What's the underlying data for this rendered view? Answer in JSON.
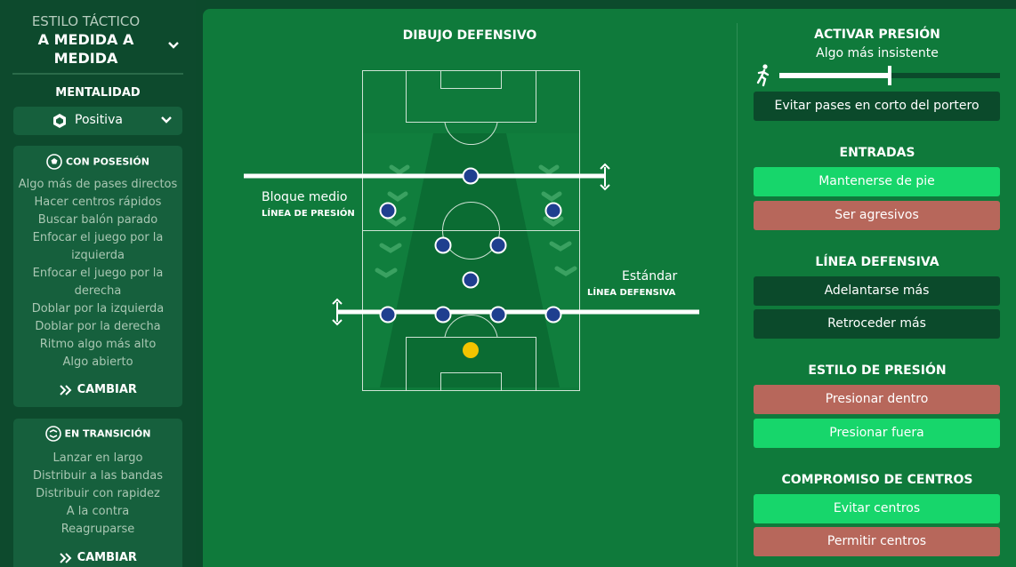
{
  "sidebar": {
    "tactic_label": "ESTILO TÁCTICO",
    "tactic_value": "A MEDIDA A MEDIDA",
    "mentality_label": "MENTALIDAD",
    "mentality_value": "Positiva",
    "possession": {
      "title": "CON POSESIÓN",
      "items": [
        "Algo más de pases directos",
        "Hacer centros rápidos",
        "Buscar balón parado",
        "Enfocar el juego por la izquierda",
        "Enfocar el juego por la derecha",
        "Doblar por la izquierda",
        "Doblar por la derecha",
        "Ritmo algo más alto",
        "Algo abierto"
      ],
      "change_label": "CAMBIAR"
    },
    "transition": {
      "title": "EN TRANSICIÓN",
      "items": [
        "Lanzar en largo",
        "Distribuir a las bandas",
        "Distribuir con rapidez",
        "A la contra",
        "Reagruparse"
      ],
      "change_label": "CAMBIAR"
    }
  },
  "pitch": {
    "title": "DIBUJO DEFENSIVO",
    "pressing_line_value": "Bloque medio",
    "pressing_line_label": "LÍNEA DE PRESIÓN",
    "defensive_line_value": "Estándar",
    "defensive_line_label": "LÍNEA DEFENSIVA"
  },
  "right": {
    "pressing": {
      "title": "ACTIVAR PRESIÓN",
      "level": "Algo más insistente",
      "slider_fraction": 0.5,
      "option": "Evitar pases en corto del portero"
    },
    "tackling": {
      "title": "ENTRADAS",
      "options": [
        "Mantenerse de pie",
        "Ser agresivos"
      ]
    },
    "defensive_line": {
      "title": "LÍNEA DEFENSIVA",
      "options": [
        "Adelantarse más",
        "Retroceder más"
      ]
    },
    "pressing_style": {
      "title": "ESTILO DE PRESIÓN",
      "options": [
        "Presionar dentro",
        "Presionar fuera"
      ]
    },
    "crossing": {
      "title": "COMPROMISO DE CENTROS",
      "options": [
        "Evitar centros",
        "Permitir centros"
      ]
    }
  },
  "colors": {
    "background": "#0c4a2c",
    "panel": "#16603d",
    "main": "#0f7a3b",
    "btn_dark": "#0b4a2b",
    "btn_green": "#17d66b",
    "btn_red": "#b7675b",
    "player": "#1f3f8f",
    "goalkeeper": "#f2c400"
  }
}
